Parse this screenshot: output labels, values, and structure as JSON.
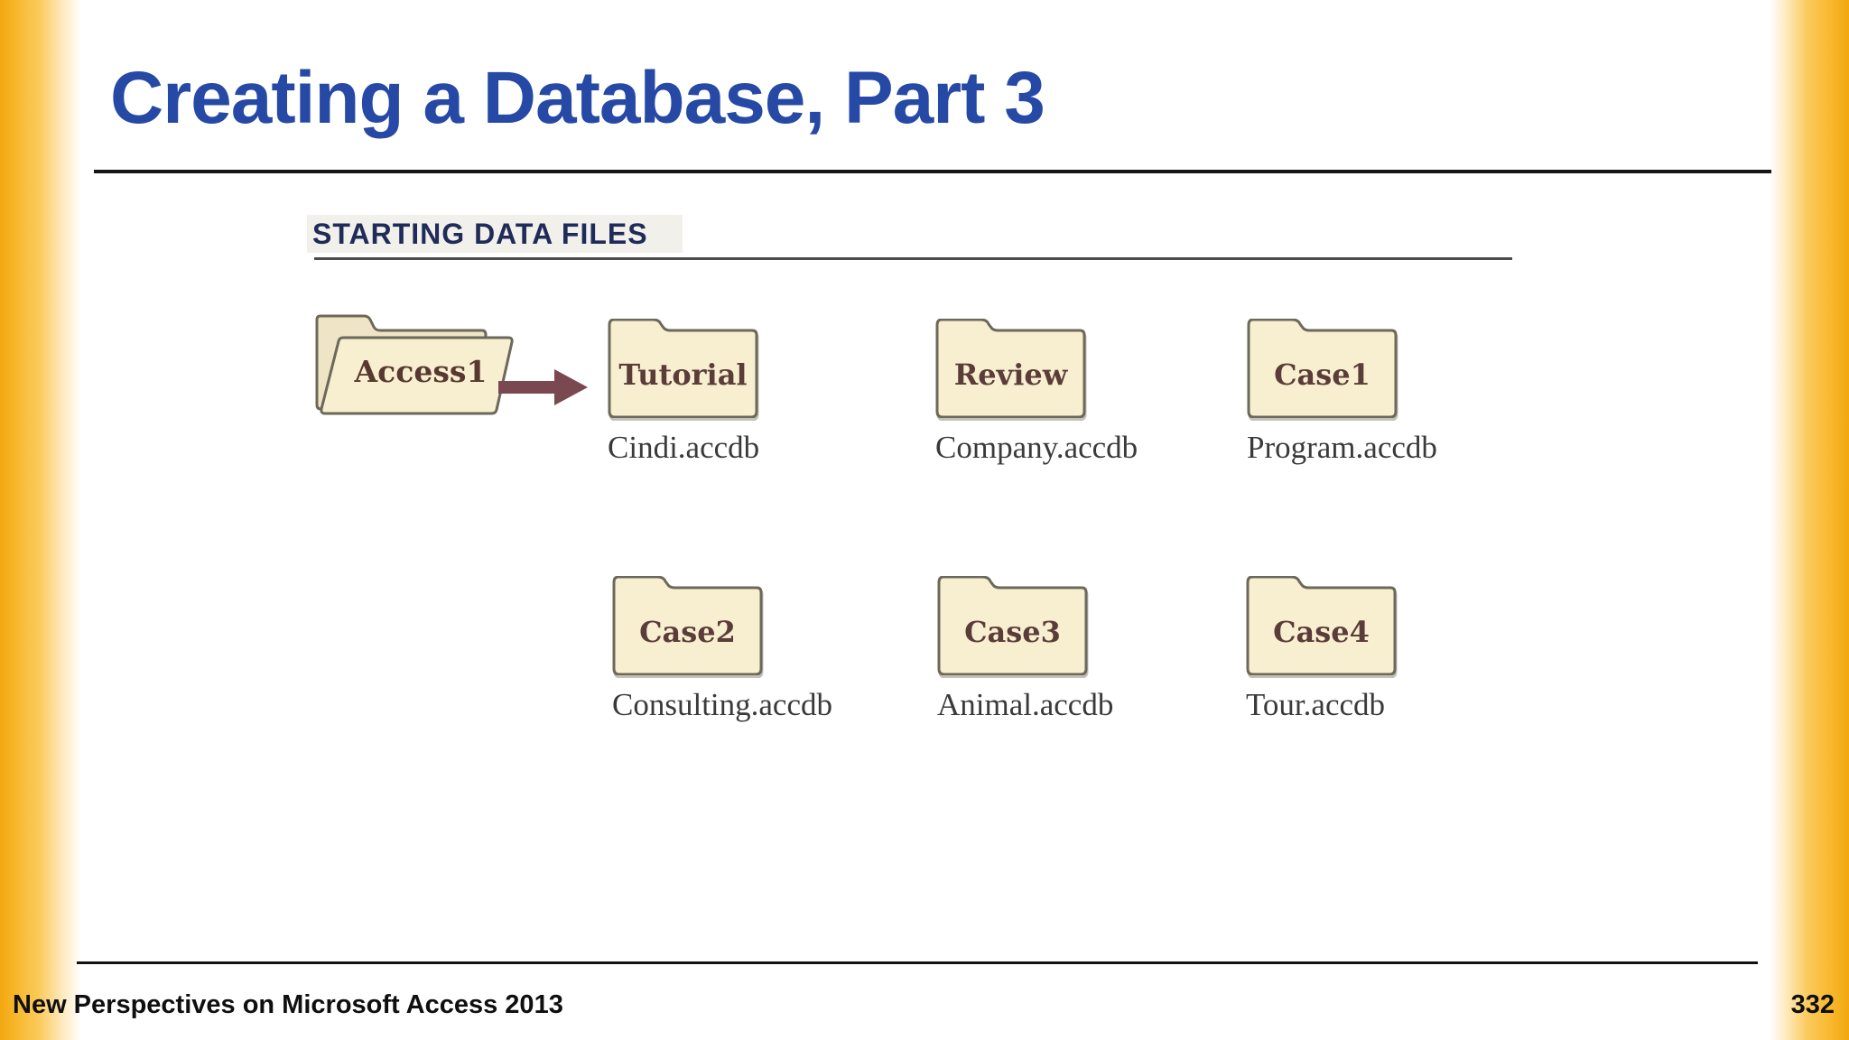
{
  "slide": {
    "title": "Creating a Database, Part 3",
    "footer": "New Perspectives on Microsoft Access 2013",
    "page_number": "332"
  },
  "figure": {
    "heading": "STARTING DATA FILES",
    "source_folder": {
      "name": "Access1"
    },
    "folders": [
      {
        "name": "Tutorial",
        "file": "Cindi.accdb"
      },
      {
        "name": "Review",
        "file": "Company.accdb"
      },
      {
        "name": "Case1",
        "file": "Program.accdb"
      },
      {
        "name": "Case2",
        "file": "Consulting.accdb"
      },
      {
        "name": "Case3",
        "file": "Animal.accdb"
      },
      {
        "name": "Case4",
        "file": "Tour.accdb"
      }
    ]
  },
  "colors": {
    "title_blue": "#2749A6",
    "heading_navy": "#1F2B58",
    "accent_gold": "#F2A80F",
    "folder_fill": "#F8EFD1",
    "folder_back_fill": "#EFE5C6",
    "folder_border": "#6C685A",
    "folder_label": "#5A3C38",
    "arrow_maroon": "#7A4850",
    "filename_gray": "#3A3A3A"
  }
}
